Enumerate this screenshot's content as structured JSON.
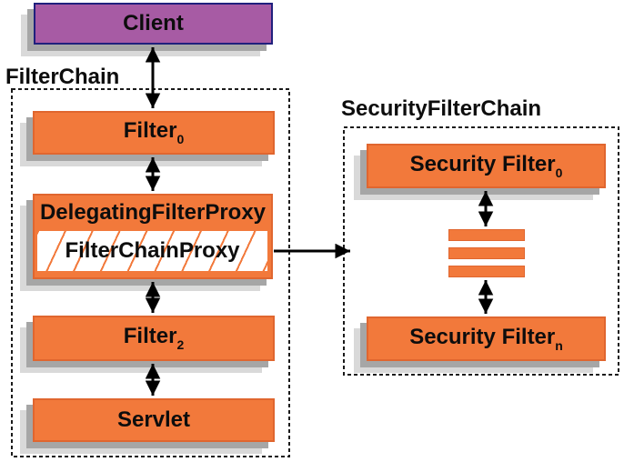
{
  "diagram": {
    "client": {
      "label": "Client"
    },
    "filter_chain": {
      "title": "FilterChain",
      "filter0": {
        "label": "Filter",
        "subscript": "0"
      },
      "delegating_filter_proxy": {
        "label": "DelegatingFilterProxy"
      },
      "filter_chain_proxy": {
        "label": "FilterChainProxy"
      },
      "filter2": {
        "label": "Filter",
        "subscript": "2"
      },
      "servlet": {
        "label": "Servlet"
      }
    },
    "security_filter_chain": {
      "title": "SecurityFilterChain",
      "security_filter_0": {
        "label": "Security Filter",
        "subscript": "0"
      },
      "security_filter_n": {
        "label": "Security Filter",
        "subscript": "n"
      },
      "ellipsis_bar_count": 3
    },
    "connections": [
      {
        "from": "Client",
        "to": "Filter0",
        "type": "double-arrow"
      },
      {
        "from": "Filter0",
        "to": "DelegatingFilterProxy",
        "type": "double-arrow"
      },
      {
        "from": "FilterChainProxy",
        "to": "Filter2",
        "type": "double-arrow"
      },
      {
        "from": "Filter2",
        "to": "Servlet",
        "type": "double-arrow"
      },
      {
        "from": "FilterChainProxy",
        "to": "SecurityFilterChain",
        "type": "single-arrow"
      },
      {
        "from": "SecurityFilter0",
        "to": "ellipsis",
        "type": "double-arrow"
      },
      {
        "from": "ellipsis",
        "to": "SecurityFilterN",
        "type": "double-arrow"
      }
    ],
    "colors": {
      "box_orange_fill": "#f2793b",
      "box_orange_border": "#e0662f",
      "client_purple_fill": "#a75ba4",
      "client_border_navy": "#20207d",
      "shadow_dark_gray": "#a6a6a6",
      "shadow_light_gray": "#d9d9d9",
      "dashed_border_black": "#1a1a1a",
      "arrow_black": "#000000",
      "text_black": "#0d0d0d",
      "hatch_orange": "#f2793b"
    }
  }
}
